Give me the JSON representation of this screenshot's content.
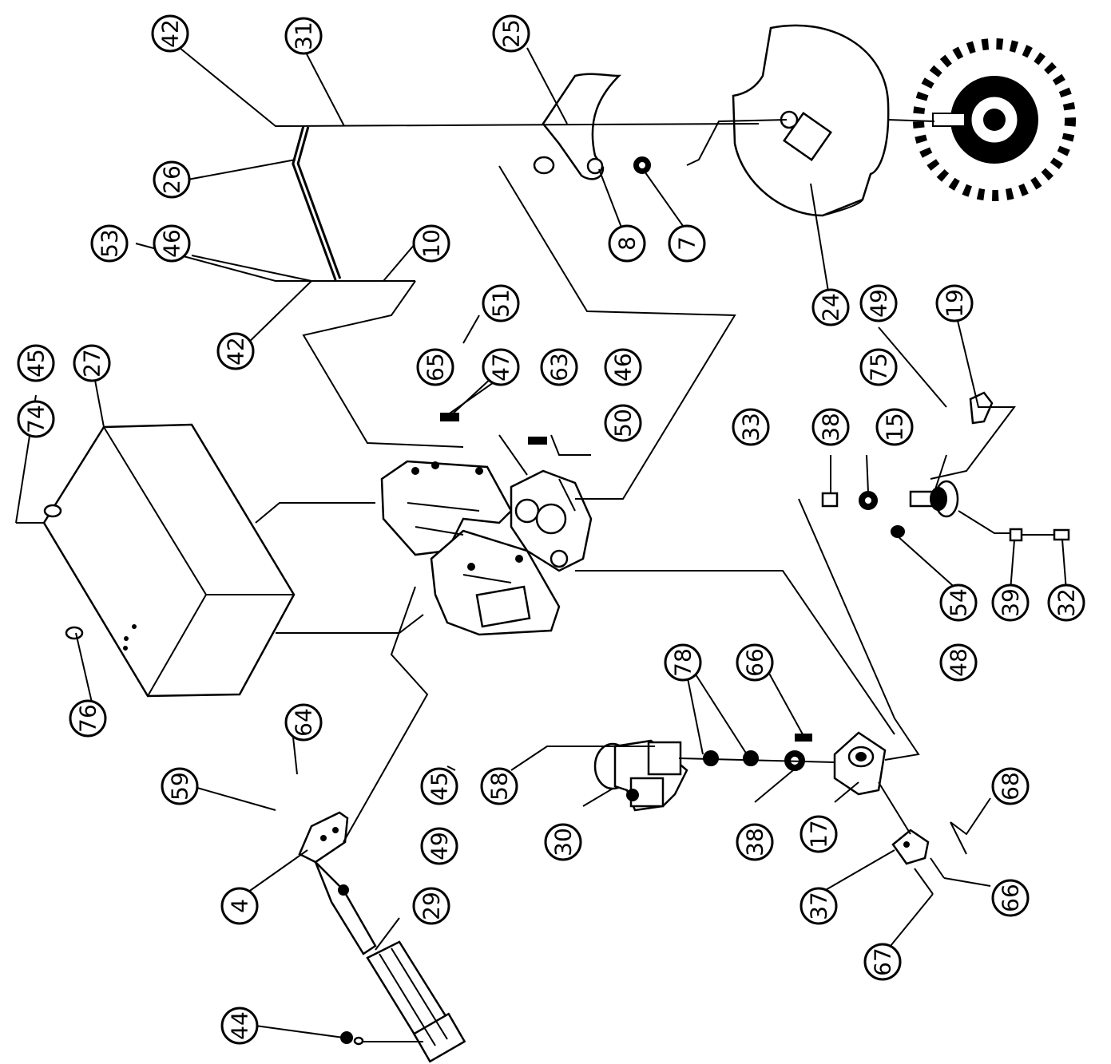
{
  "colors": {
    "ink": "#000000",
    "paper": "#ffffff"
  },
  "callouts": [
    {
      "id": "c42a",
      "label": "42"
    },
    {
      "id": "c31",
      "label": "31"
    },
    {
      "id": "c25",
      "label": "25"
    },
    {
      "id": "c26",
      "label": "26"
    },
    {
      "id": "c53",
      "label": "53"
    },
    {
      "id": "c46a",
      "label": "46"
    },
    {
      "id": "c10",
      "label": "10"
    },
    {
      "id": "c8",
      "label": "8"
    },
    {
      "id": "c7",
      "label": "7"
    },
    {
      "id": "c42b",
      "label": "42"
    },
    {
      "id": "c24",
      "label": "24"
    },
    {
      "id": "c45a",
      "label": "45"
    },
    {
      "id": "c74",
      "label": "74"
    },
    {
      "id": "c27",
      "label": "27"
    },
    {
      "id": "c51",
      "label": "51"
    },
    {
      "id": "c65",
      "label": "65"
    },
    {
      "id": "c47",
      "label": "47"
    },
    {
      "id": "c63",
      "label": "63"
    },
    {
      "id": "c46b",
      "label": "46"
    },
    {
      "id": "c50",
      "label": "50"
    },
    {
      "id": "c75",
      "label": "75"
    },
    {
      "id": "c49a",
      "label": "49"
    },
    {
      "id": "c19",
      "label": "19"
    },
    {
      "id": "c33",
      "label": "33"
    },
    {
      "id": "c38a",
      "label": "38"
    },
    {
      "id": "c15",
      "label": "15"
    },
    {
      "id": "c54",
      "label": "54"
    },
    {
      "id": "c48",
      "label": "48"
    },
    {
      "id": "c39",
      "label": "39"
    },
    {
      "id": "c32",
      "label": "32"
    },
    {
      "id": "c76",
      "label": "76"
    },
    {
      "id": "c78",
      "label": "78"
    },
    {
      "id": "c66a",
      "label": "66"
    },
    {
      "id": "c64",
      "label": "64"
    },
    {
      "id": "c59",
      "label": "59"
    },
    {
      "id": "c45b",
      "label": "45"
    },
    {
      "id": "c58",
      "label": "58"
    },
    {
      "id": "c49b",
      "label": "49"
    },
    {
      "id": "c30",
      "label": "30"
    },
    {
      "id": "c38b",
      "label": "38"
    },
    {
      "id": "c17",
      "label": "17"
    },
    {
      "id": "c68",
      "label": "68"
    },
    {
      "id": "c4",
      "label": "4"
    },
    {
      "id": "c29",
      "label": "29"
    },
    {
      "id": "c37",
      "label": "37"
    },
    {
      "id": "c66b",
      "label": "66"
    },
    {
      "id": "c67",
      "label": "67"
    },
    {
      "id": "c44",
      "label": "44"
    }
  ]
}
